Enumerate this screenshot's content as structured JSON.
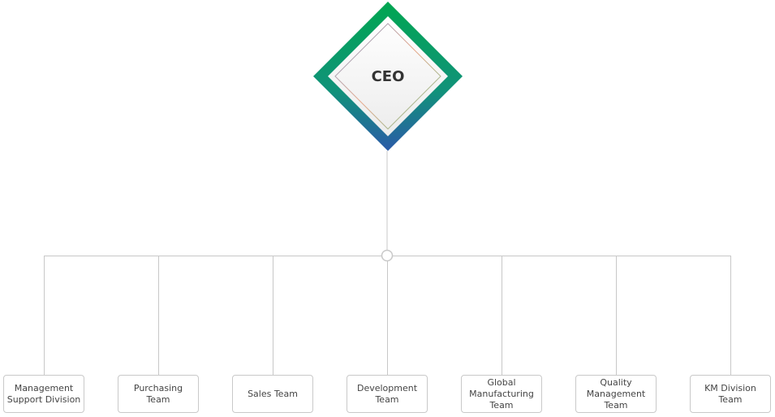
{
  "ceo": {
    "label": "CEO"
  },
  "teams": [
    {
      "label": "Management\nSupport Division"
    },
    {
      "label": "Purchasing Team"
    },
    {
      "label": "Sales Team"
    },
    {
      "label": "Development\nTeam"
    },
    {
      "label": "Global\nManufacturing\nTeam"
    },
    {
      "label": "Quality\nManagement Team"
    },
    {
      "label": "KM Division Team"
    }
  ],
  "colors": {
    "diamond_top": "#00a651",
    "diamond_mid": "#11927a",
    "diamond_bottom": "#2b5aa8",
    "connector": "#c8c8c8",
    "box_border": "#c9c9c9",
    "text": "#333333"
  }
}
